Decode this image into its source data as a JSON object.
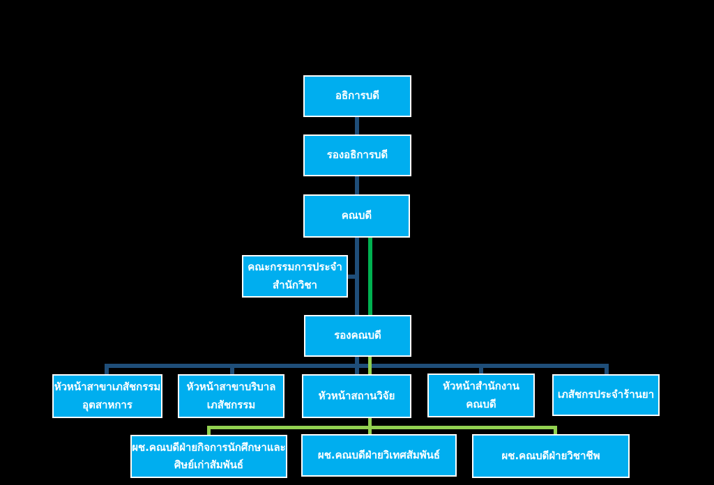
{
  "colors": {
    "background": "#000000",
    "box_fill": "#00AEEF",
    "box_border": "#FFFFFF",
    "box_text": "#FFFFFF",
    "connector_navy": "#1F4E79",
    "connector_green": "#00B050",
    "connector_light_green": "#92D050"
  },
  "chart_data": {
    "type": "org-chart",
    "nodes": {
      "rector": {
        "label": "อธิการบดี"
      },
      "vice_rector": {
        "label": "รองอธิการบดี"
      },
      "dean": {
        "label": "คณบดี"
      },
      "school_committee": {
        "lines": [
          "คณะกรรมการประจำ",
          "สำนักวิชา"
        ]
      },
      "vice_dean": {
        "label": "รองคณบดี"
      },
      "head_industrial_pharmacy": {
        "lines": [
          "หัวหน้าสาขาเภสัชกรรม",
          "อุตสาหการ"
        ]
      },
      "head_pharmaceutical_care": {
        "lines": [
          "หัวหน้าสาขาบริบาล",
          "เภสัชกรรม"
        ]
      },
      "head_research_station": {
        "label": "หัวหน้าสถานวิจัย"
      },
      "head_dean_office": {
        "lines": [
          "หัวหน้าสำนักงาน",
          "คณบดี"
        ]
      },
      "pharmacist_drugstore": {
        "label": "เภสัชกรประจำร้านยา"
      },
      "asst_dean_student_affairs": {
        "lines": [
          "ผช.คณบดีฝ่ายกิจการนักศึกษาและ",
          "ศิษย์เก่าสัมพันธ์"
        ]
      },
      "asst_dean_international": {
        "label": "ผช.คณบดีฝ่ายวิเทศสัมพันธ์"
      },
      "asst_dean_professional": {
        "label": "ผช.คณบดีฝ่ายวิชาชีพ"
      }
    },
    "edges": [
      {
        "from": "rector",
        "to": "vice_rector",
        "color": "connector_navy"
      },
      {
        "from": "vice_rector",
        "to": "dean",
        "color": "connector_navy"
      },
      {
        "from": "dean",
        "to": "vice_dean",
        "color": "connector_navy"
      },
      {
        "from": "dean",
        "to": "vice_dean",
        "color": "connector_green"
      },
      {
        "from": "dean",
        "to": "school_committee",
        "color": "connector_navy"
      },
      {
        "from": "vice_dean",
        "to": "head_industrial_pharmacy",
        "color": "connector_navy"
      },
      {
        "from": "vice_dean",
        "to": "head_pharmaceutical_care",
        "color": "connector_navy"
      },
      {
        "from": "vice_dean",
        "to": "head_research_station",
        "color": "connector_navy"
      },
      {
        "from": "vice_dean",
        "to": "head_dean_office",
        "color": "connector_navy"
      },
      {
        "from": "vice_dean",
        "to": "pharmacist_drugstore",
        "color": "connector_navy"
      },
      {
        "from": "vice_dean",
        "to": "asst_dean_student_affairs",
        "color": "connector_light_green"
      },
      {
        "from": "vice_dean",
        "to": "asst_dean_international",
        "color": "connector_light_green"
      },
      {
        "from": "vice_dean",
        "to": "asst_dean_professional",
        "color": "connector_light_green"
      }
    ]
  }
}
